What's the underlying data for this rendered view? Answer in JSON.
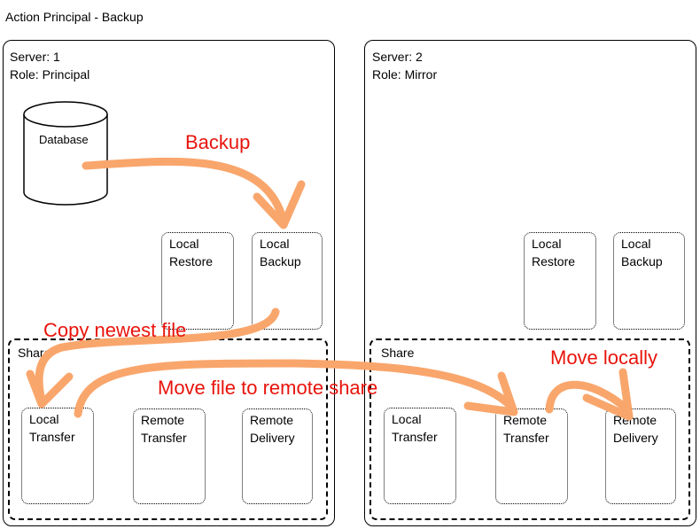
{
  "title": "Action  Principal - Backup",
  "servers": [
    {
      "server_line": "Server: 1",
      "role_line": "Role: Principal",
      "database_label": "Database",
      "folders": {
        "local_restore": [
          "Local",
          "Restore"
        ],
        "local_backup": [
          "Local",
          "Backup"
        ]
      },
      "share": {
        "label": "Share",
        "folders": {
          "local_transfer": [
            "Local",
            "Transfer"
          ],
          "remote_transfer": [
            "Remote",
            "Transfer"
          ],
          "remote_delivery": [
            "Remote",
            "Delivery"
          ]
        }
      }
    },
    {
      "server_line": "Server: 2",
      "role_line": "Role: Mirror",
      "folders": {
        "local_restore": [
          "Local",
          "Restore"
        ],
        "local_backup": [
          "Local",
          "Backup"
        ]
      },
      "share": {
        "label": "Share",
        "folders": {
          "local_transfer": [
            "Local",
            "Transfer"
          ],
          "remote_transfer": [
            "Remote",
            "Transfer"
          ],
          "remote_delivery": [
            "Remote",
            "Delivery"
          ]
        }
      }
    }
  ],
  "arrows": {
    "backup": "Backup",
    "copy_newest": "Copy newest file",
    "move_remote": "Move file to remote share",
    "move_locally": "Move locally"
  },
  "colors": {
    "arrow": "#f9a66c",
    "label": "#e8140c"
  }
}
